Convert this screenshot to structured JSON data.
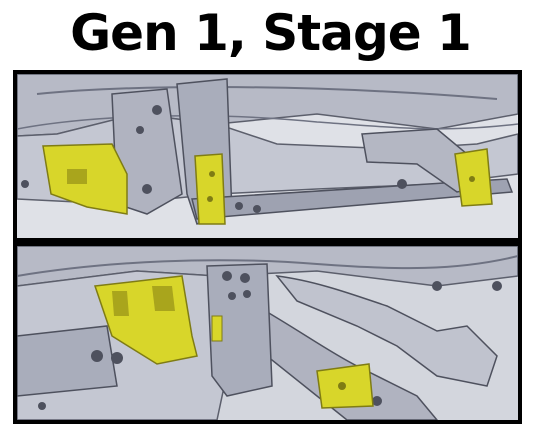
{
  "title": "Gen 1, Stage 1",
  "panels": [
    {
      "name": "top-render"
    },
    {
      "name": "bottom-render"
    }
  ],
  "colors": {
    "background": "#ffffff",
    "frame": "#000000",
    "chassis_light": "#c9ccd6",
    "chassis_mid": "#a9adbb",
    "chassis_dark": "#6e7282",
    "bracket_yellow": "#d8d62a",
    "bracket_yellow_dark": "#a9a51c"
  }
}
